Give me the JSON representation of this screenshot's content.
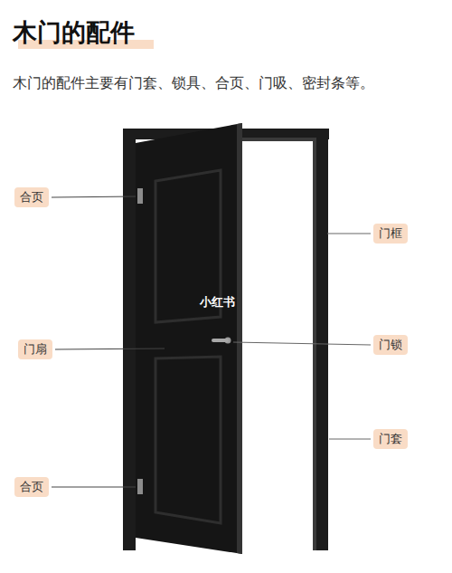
{
  "diagram": {
    "title": "木门的配件",
    "nodes": [
      {
        "text": [
          "合页"
        ]
      },
      {
        "text": [
          "门框"
        ]
      },
      {
        "text": [
          "门锁"
        ]
      },
      {
        "text": [
          "门扇"
        ]
      },
      {
        "text": [
          "门套"
        ]
      },
      {
        "text": [
          "合页"
        ]
      }
    ],
    "labels": [
      "木门的配件主要有门套、锁具、合页、门吸、密封条等。",
      "小红书"
    ]
  }
}
